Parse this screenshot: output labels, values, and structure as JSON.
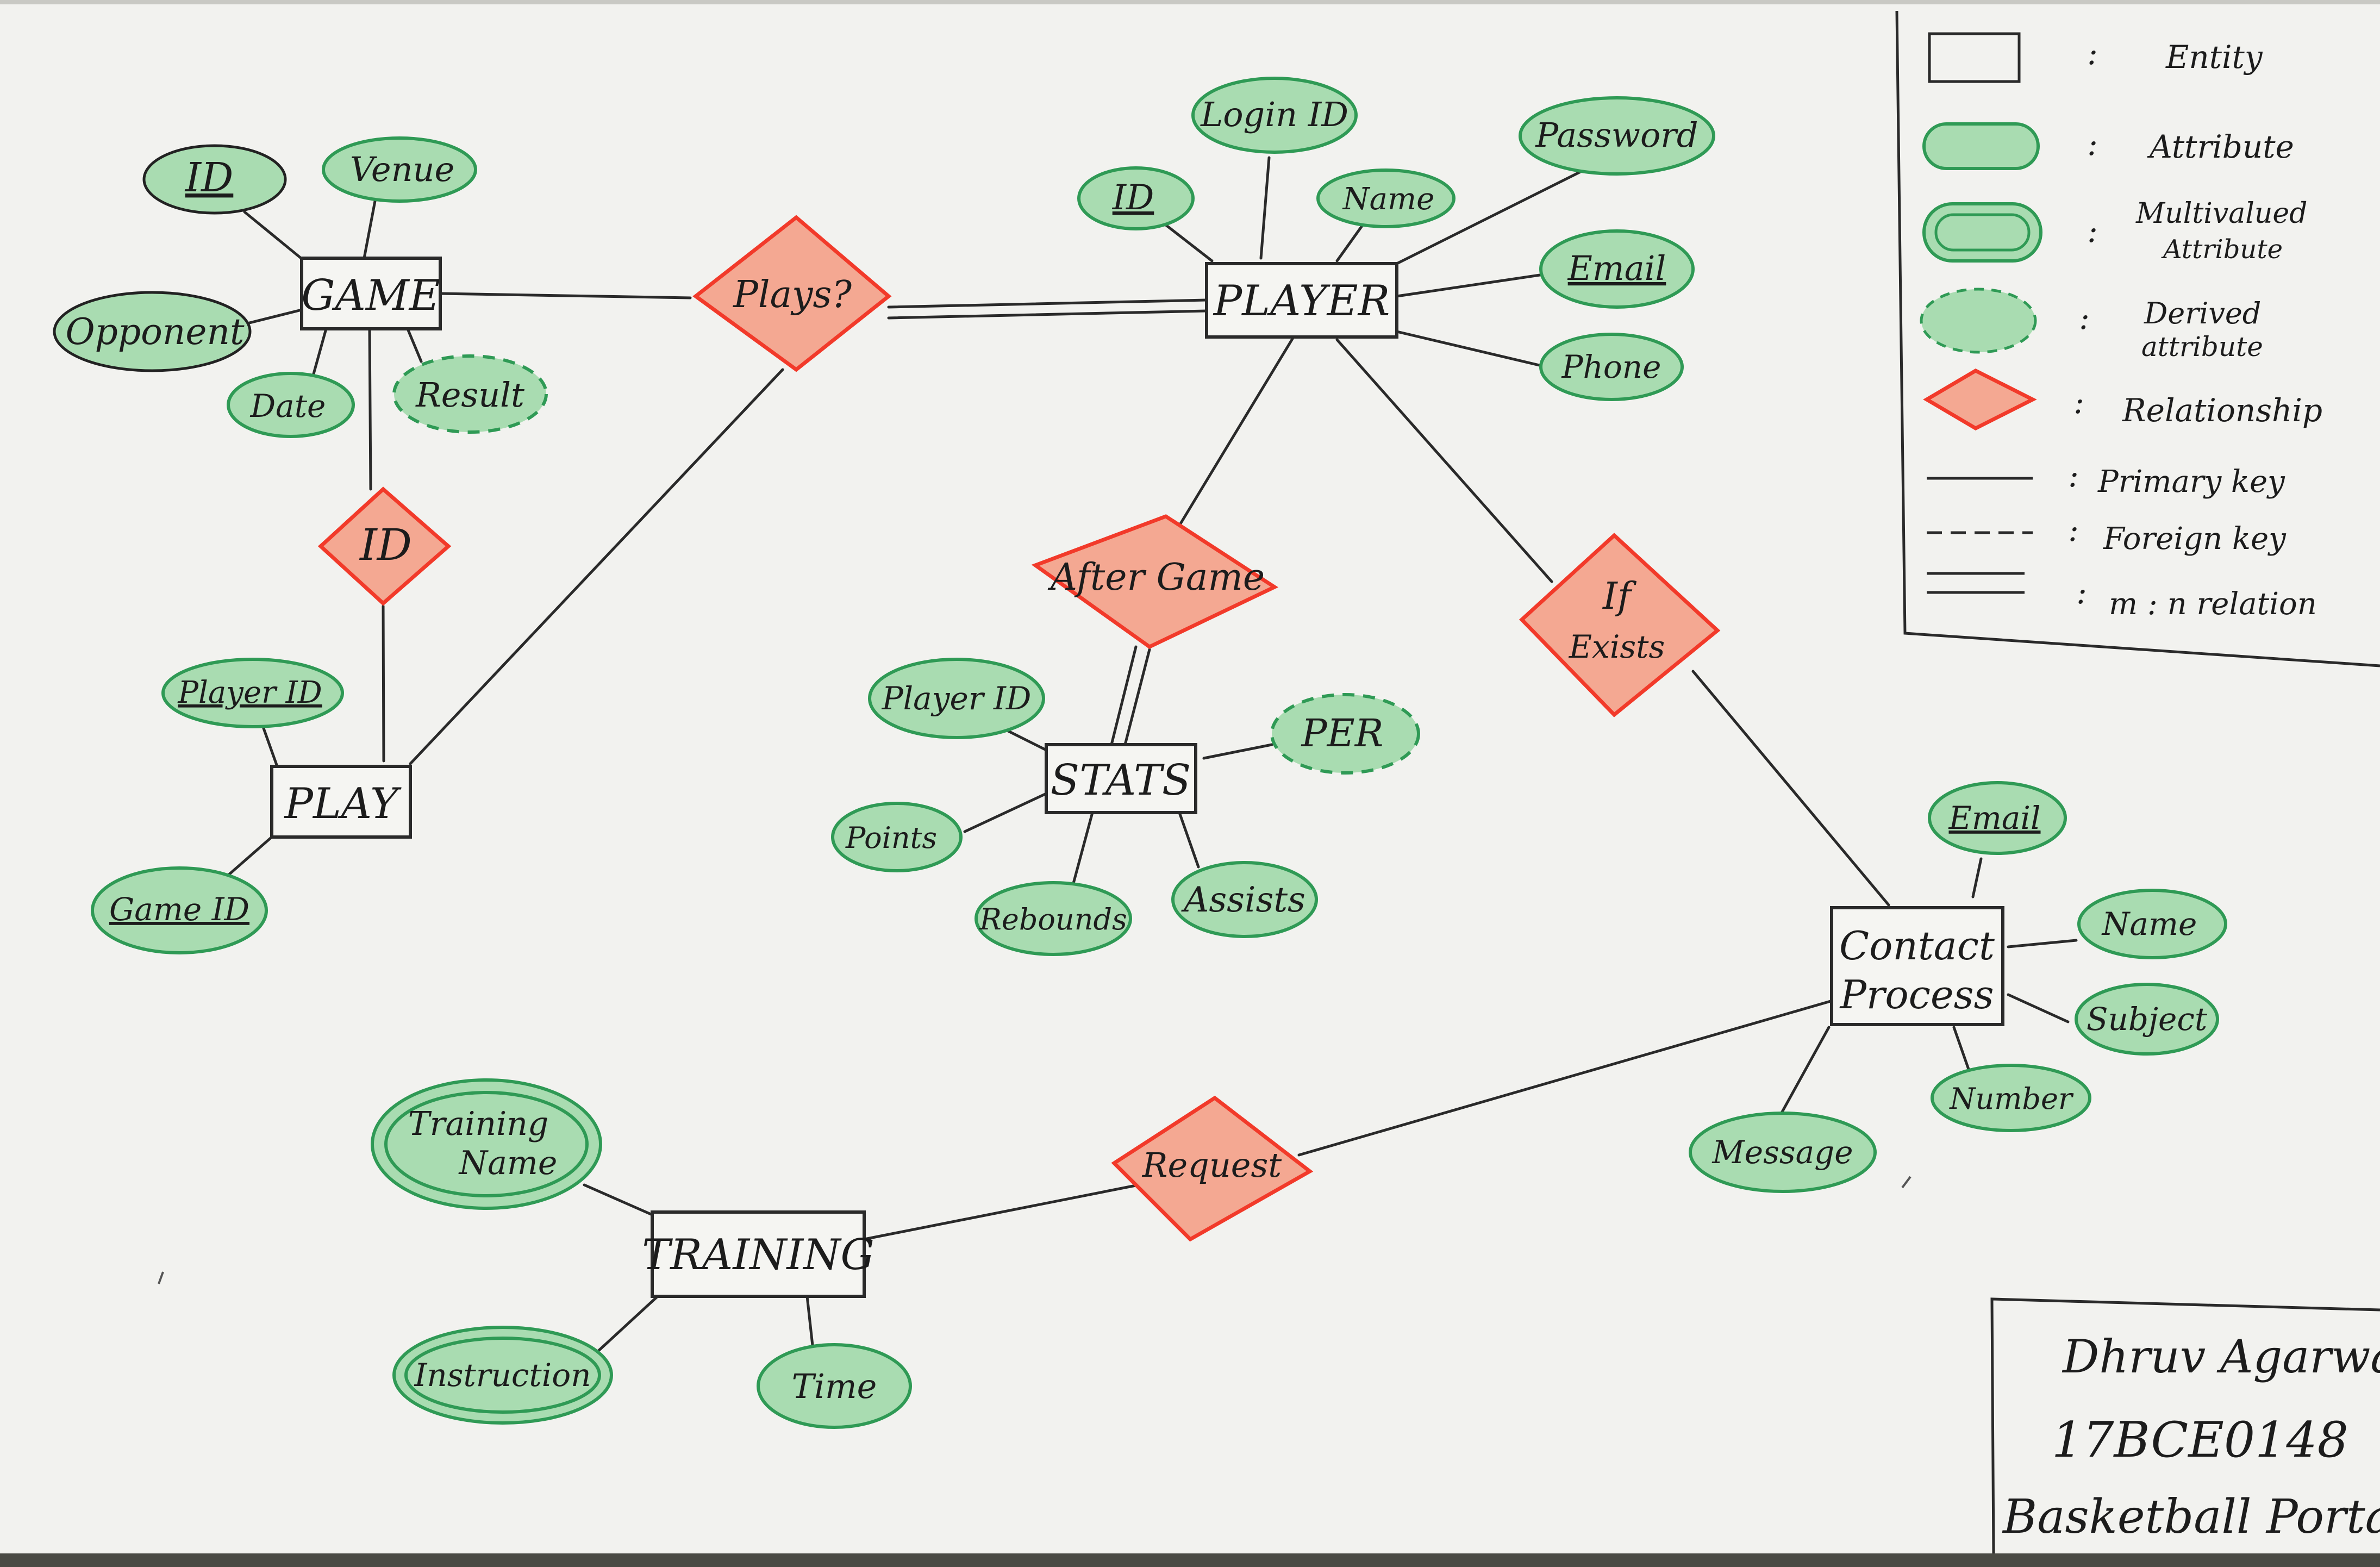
{
  "colors": {
    "paper": "#f2f2ef",
    "ink": "#2a2a2a",
    "attr_fill": "#a9dcb1",
    "attr_stroke": "#2f9a55",
    "rel_fill": "#f4a892",
    "rel_stroke": "#f23a2a"
  },
  "entities": {
    "game": "GAME",
    "player": "PLAYER",
    "play": "PLAY",
    "stats": "STATS",
    "contact": [
      "Contact",
      "Process"
    ],
    "training": "TRAINING"
  },
  "relationships": {
    "plays": "Plays?",
    "id": "ID",
    "after_game": "After Game",
    "if_exists": [
      "If",
      "Exists"
    ],
    "request": "Request"
  },
  "attributes": {
    "game_id": "ID",
    "game_venue": "Venue",
    "game_opponent": "Opponent",
    "game_date": "Date",
    "game_result": "Result",
    "player_login_id": "Login ID",
    "player_password": "Password",
    "player_id": "ID",
    "player_name": "Name",
    "player_email": "Email",
    "player_phone": "Phone",
    "play_player_id": "Player ID",
    "play_game_id": "Game ID",
    "stats_player_id": "Player ID",
    "stats_per": "PER",
    "stats_points": "Points",
    "stats_rebounds": "Rebounds",
    "stats_assists": "Assists",
    "contact_email": "Email",
    "contact_name": "Name",
    "contact_subject": "Subject",
    "contact_number": "Number",
    "contact_message": "Message",
    "training_name": [
      "Training",
      "Name"
    ],
    "training_instruction": "Instruction",
    "training_time": "Time"
  },
  "legend": {
    "entity": "Entity",
    "attribute": "Attribute",
    "multivalued": [
      "Multivalued",
      "Attribute"
    ],
    "derived": [
      "Derived",
      "attribute"
    ],
    "relationship": "Relationship",
    "primary_key": "Primary key",
    "foreign_key": "Foreign key",
    "mn_relation": "m : n  relation",
    "separator": ":"
  },
  "signature": {
    "name": "Dhruv Agarwal",
    "roll": "17BCE0148",
    "project": "Basketball Portal"
  }
}
